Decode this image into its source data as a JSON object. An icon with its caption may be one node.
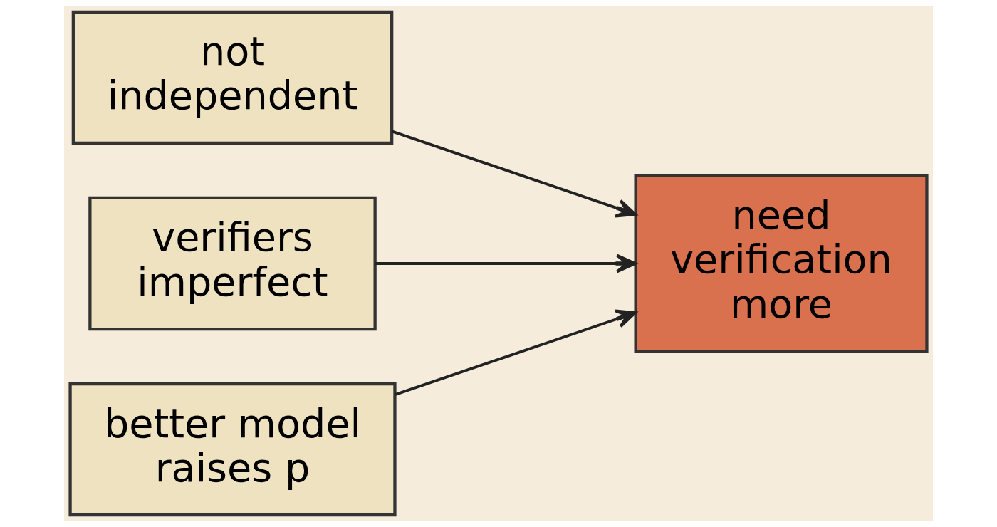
{
  "diagram": {
    "nodes": [
      {
        "text": [
          "not independent"
        ]
      },
      {
        "text": [
          "verifiers imperfect"
        ]
      },
      {
        "text": [
          "better model raises p"
        ]
      },
      {
        "text": [
          "need verification more"
        ]
      }
    ],
    "edges": [
      {
        "from": 0,
        "to": 3,
        "arrow": "to"
      },
      {
        "from": 1,
        "to": 3,
        "arrow": "to"
      },
      {
        "from": 2,
        "to": 3,
        "arrow": "to"
      }
    ]
  }
}
